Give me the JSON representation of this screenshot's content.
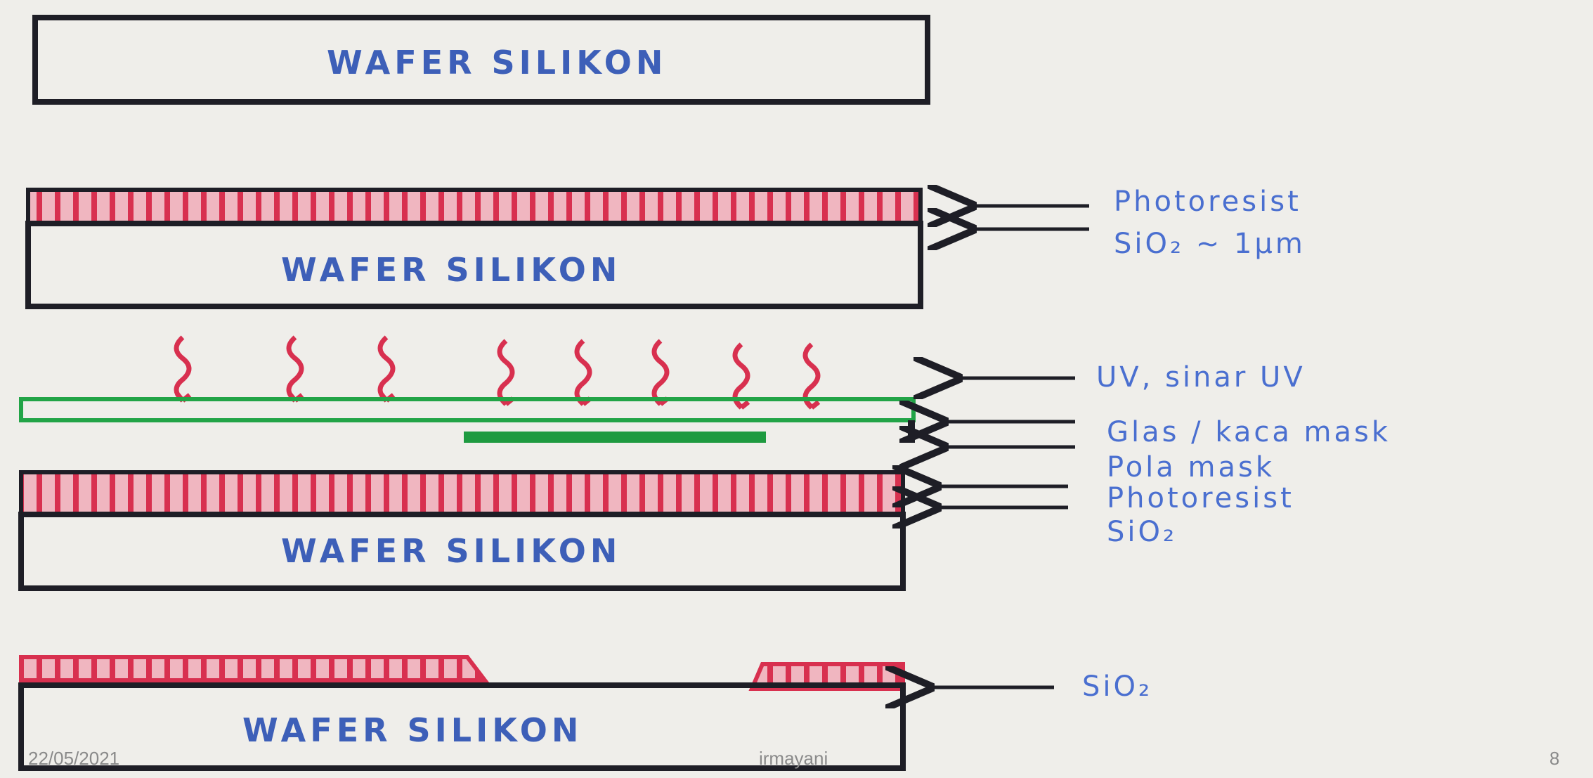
{
  "diagram": {
    "stage1": {
      "wafer_label": "WAFER SILIKON"
    },
    "stage2": {
      "wafer_label": "WAFER SILIKON",
      "labels": [
        "Photoresist",
        "SiO₂ ~ 1μm"
      ]
    },
    "stage3": {
      "wafer_label": "WAFER SILIKON",
      "labels": [
        "UV, sinar UV",
        "Glas / kaca mask",
        "Pola mask",
        "Photoresist",
        "SiO₂"
      ]
    },
    "stage4": {
      "wafer_label": "WAFER SILIKON",
      "labels": [
        "SiO₂"
      ]
    }
  },
  "colors": {
    "outline": "#1e1e26",
    "oxide": "#d8304f",
    "mask": "#22a447",
    "ink": "#4a6fd0"
  },
  "footer": {
    "date": "22/05/2021",
    "author": "irmayani",
    "page": "8"
  }
}
